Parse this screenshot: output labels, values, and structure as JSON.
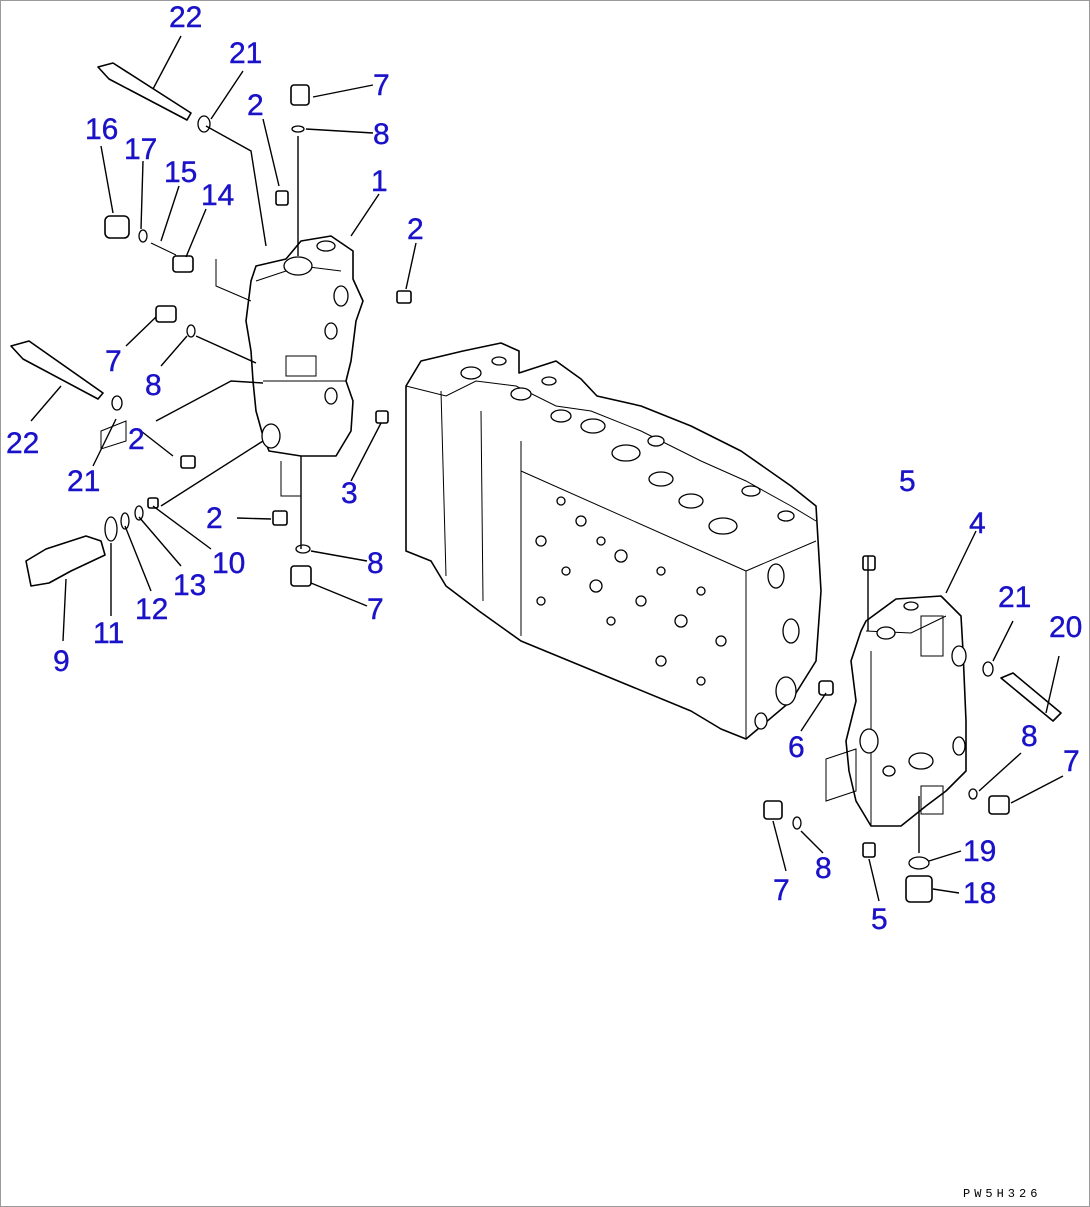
{
  "diagram": {
    "drawing_code": "PW5H326",
    "callouts": [
      {
        "id": "c22a",
        "text": "22"
      },
      {
        "id": "c21a",
        "text": "21"
      },
      {
        "id": "c2a",
        "text": "2"
      },
      {
        "id": "c7a",
        "text": "7"
      },
      {
        "id": "c8a",
        "text": "8"
      },
      {
        "id": "c1",
        "text": "1"
      },
      {
        "id": "c16",
        "text": "16"
      },
      {
        "id": "c17",
        "text": "17"
      },
      {
        "id": "c15",
        "text": "15"
      },
      {
        "id": "c14",
        "text": "14"
      },
      {
        "id": "c2b",
        "text": "2"
      },
      {
        "id": "c7b",
        "text": "7"
      },
      {
        "id": "c8b",
        "text": "8"
      },
      {
        "id": "c22b",
        "text": "22"
      },
      {
        "id": "c2c",
        "text": "2"
      },
      {
        "id": "c21b",
        "text": "21"
      },
      {
        "id": "c3",
        "text": "3"
      },
      {
        "id": "c2d",
        "text": "2"
      },
      {
        "id": "c10",
        "text": "10"
      },
      {
        "id": "c8c",
        "text": "8"
      },
      {
        "id": "c13",
        "text": "13"
      },
      {
        "id": "c12",
        "text": "12"
      },
      {
        "id": "c11",
        "text": "11"
      },
      {
        "id": "c9",
        "text": "9"
      },
      {
        "id": "c7c",
        "text": "7"
      },
      {
        "id": "c5a",
        "text": "5"
      },
      {
        "id": "c4",
        "text": "4"
      },
      {
        "id": "c21c",
        "text": "21"
      },
      {
        "id": "c20",
        "text": "20"
      },
      {
        "id": "c6",
        "text": "6"
      },
      {
        "id": "c8d",
        "text": "8"
      },
      {
        "id": "c7d",
        "text": "7"
      },
      {
        "id": "c19",
        "text": "19"
      },
      {
        "id": "c8e",
        "text": "8"
      },
      {
        "id": "c7e",
        "text": "7"
      },
      {
        "id": "c18",
        "text": "18"
      },
      {
        "id": "c5b",
        "text": "5"
      }
    ]
  }
}
